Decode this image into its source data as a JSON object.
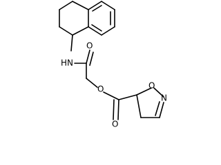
{
  "structure": {
    "atoms": {
      "nh": "HN",
      "o_amide": "O",
      "o_ester_link": "O",
      "o_ester_carbonyl": "O",
      "o_ring": "O",
      "n_ring": "N"
    }
  }
}
